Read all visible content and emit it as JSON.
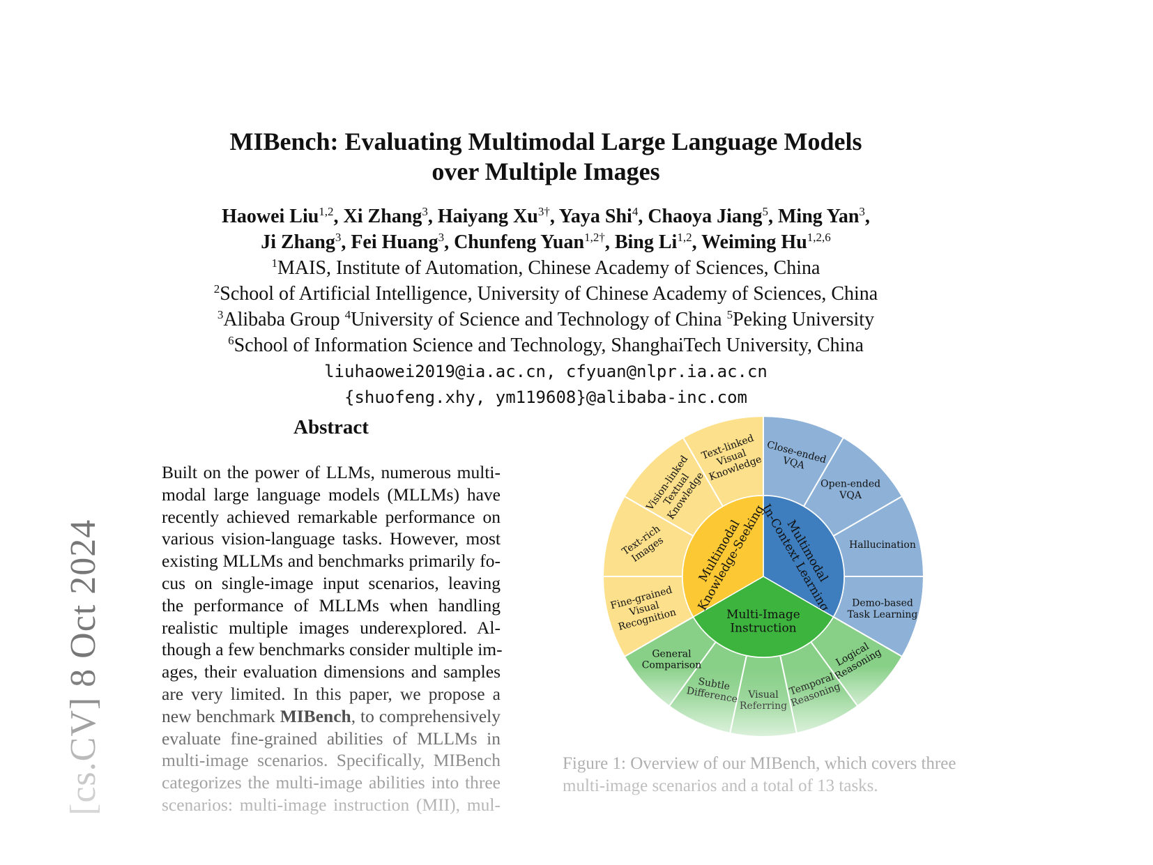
{
  "title": {
    "line1": "MIBench: Evaluating Multimodal Large Language Models",
    "line2": "over Multiple Images"
  },
  "authors": [
    [
      {
        "name": "Haowei Liu",
        "sup": "1,2"
      },
      {
        "name": "Xi Zhang",
        "sup": "3"
      },
      {
        "name": "Haiyang Xu",
        "sup": "3†"
      },
      {
        "name": "Yaya Shi",
        "sup": "4"
      },
      {
        "name": "Chaoya Jiang",
        "sup": "5"
      },
      {
        "name": "Ming Yan",
        "sup": "3"
      }
    ],
    [
      {
        "name": "Ji Zhang",
        "sup": "3"
      },
      {
        "name": "Fei Huang",
        "sup": "3"
      },
      {
        "name": "Chunfeng Yuan",
        "sup": "1,2†"
      },
      {
        "name": "Bing Li",
        "sup": "1,2"
      },
      {
        "name": "Weiming Hu",
        "sup": "1,2,6"
      }
    ]
  ],
  "affiliations": [
    [
      {
        "sup": "1",
        "text": "MAIS, Institute of Automation, Chinese Academy of Sciences, China"
      }
    ],
    [
      {
        "sup": "2",
        "text": "School of Artificial Intelligence, University of Chinese Academy of Sciences, China"
      }
    ],
    [
      {
        "sup": "3",
        "text": "Alibaba Group "
      },
      {
        "sup": "4",
        "text": "University of Science and Technology of China "
      },
      {
        "sup": "5",
        "text": "Peking University"
      }
    ],
    [
      {
        "sup": "6",
        "text": "School of Information Science and Technology, ShanghaiTech University, China"
      }
    ]
  ],
  "emails": {
    "line1": "liuhaowei2019@ia.ac.cn, cfyuan@nlpr.ia.ac.cn",
    "line2": "{shuofeng.xhy, ym119608}@alibaba-inc.com"
  },
  "arxiv_stamp": "[cs.CV]  8 Oct 2024",
  "abstract": {
    "heading": "Abstract",
    "lines": [
      "Built on the power of LLMs, numerous multi-",
      "modal large language models (MLLMs) have",
      "recently achieved remarkable performance on",
      "various vision-language tasks. However, most",
      "existing MLLMs and benchmarks primarily fo-",
      "cus on single-image input scenarios, leaving",
      "the performance of MLLMs when handling",
      "realistic multiple images underexplored. Al-",
      "though a few benchmarks consider multiple im-",
      "ages, their evaluation dimensions and samples",
      "are very limited. In this paper, we propose a",
      "new benchmark |MIBench|, to comprehensively",
      "evaluate fine-grained abilities of MLLMs in",
      "multi-image scenarios. Specifically, MIBench",
      "categorizes the multi-image abilities into three",
      "scenarios: multi-image instruction (MII), mul-"
    ]
  },
  "figure": {
    "caption_line1": "Figure 1: Overview of our MIBench, which covers three",
    "caption_line2": "multi-image scenarios and a total of 13 tasks.",
    "colors": {
      "yellow_inner": "#fcc934",
      "yellow_outer": "#fde08b",
      "blue_inner": "#3f7ebe",
      "blue_outer": "#8db1d7",
      "green_inner": "#3db43d",
      "green_outer": "#88cf88",
      "green_outer_light": "#c4e8c4"
    },
    "scenarios": [
      {
        "name": "Multimodal In-Context Learning",
        "lines": [
          "Multimodal",
          "In-Context Learning"
        ],
        "color": "blue",
        "tasks": [
          [
            "Close-ended",
            "VQA"
          ],
          [
            "Open-ended",
            "VQA"
          ],
          [
            "Hallucination"
          ],
          [
            "Demo-based",
            "Task Learning"
          ]
        ]
      },
      {
        "name": "Multi-Image Instruction",
        "lines": [
          "Multi-Image",
          "Instruction"
        ],
        "color": "green",
        "tasks": [
          [
            "Logical",
            "Reasoning"
          ],
          [
            "Temporal",
            "Reasoning"
          ],
          [
            "Visual",
            "Referring"
          ],
          [
            "Subtle",
            "Difference"
          ],
          [
            "General",
            "Comparison"
          ]
        ]
      },
      {
        "name": "Multimodal Knowledge-Seeking",
        "lines": [
          "Multimodal",
          "Knowledge-Seeking"
        ],
        "color": "yellow",
        "tasks": [
          [
            "Fine-grained",
            "Visual",
            "Recognition"
          ],
          [
            "Text-rich",
            "Images"
          ],
          [
            "Vision-linked",
            "Textual",
            "Knowledge"
          ],
          [
            "Text-linked",
            "Visual",
            "Knowledge"
          ]
        ]
      }
    ]
  }
}
